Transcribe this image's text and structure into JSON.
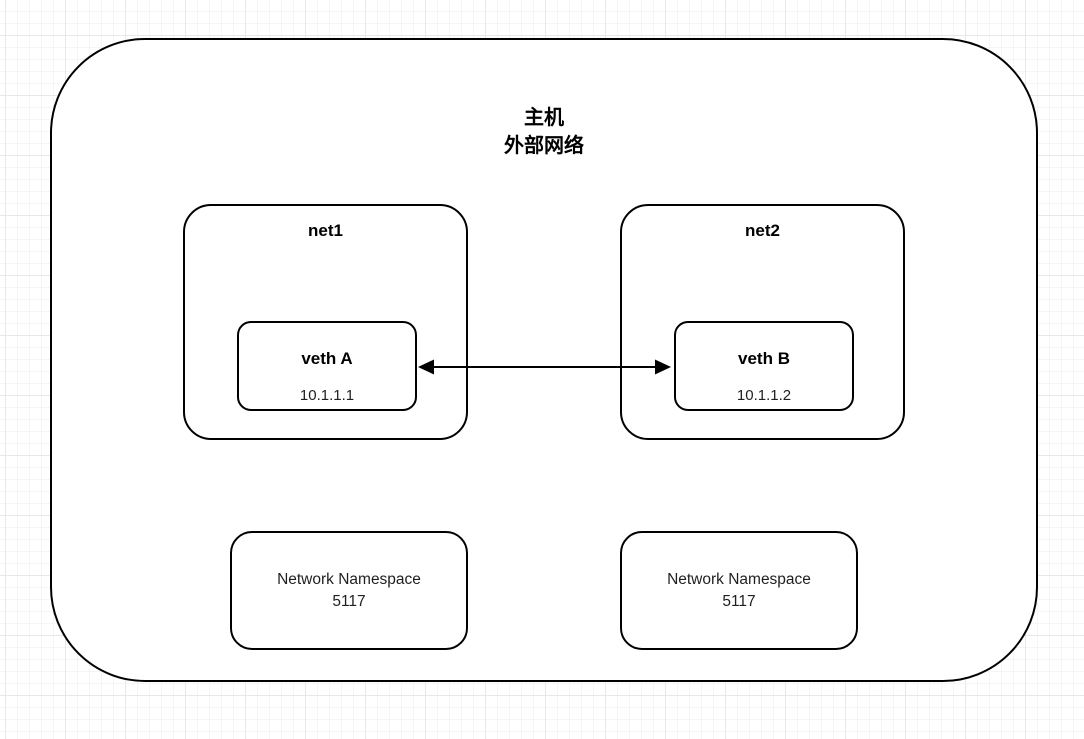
{
  "host": {
    "title_line1": "主机",
    "title_line2": "外部网络"
  },
  "networks": [
    {
      "name": "net1",
      "veth_label": "veth A",
      "veth_ip": "10.1.1.1"
    },
    {
      "name": "net2",
      "veth_label": "veth B",
      "veth_ip": "10.1.1.2"
    }
  ],
  "namespace_boxes": [
    {
      "line1": "Network Namespace",
      "line2": "5117"
    },
    {
      "line1": "Network Namespace",
      "line2": "5117"
    }
  ],
  "connection": {
    "type": "bidirectional-arrow",
    "from": "veth A",
    "to": "veth B"
  },
  "colors": {
    "stroke": "#000000",
    "shape_fill": "#ffffff",
    "grid_minor": "#f5f5f5",
    "grid_major": "#e8e8e8",
    "text": "#000000"
  }
}
